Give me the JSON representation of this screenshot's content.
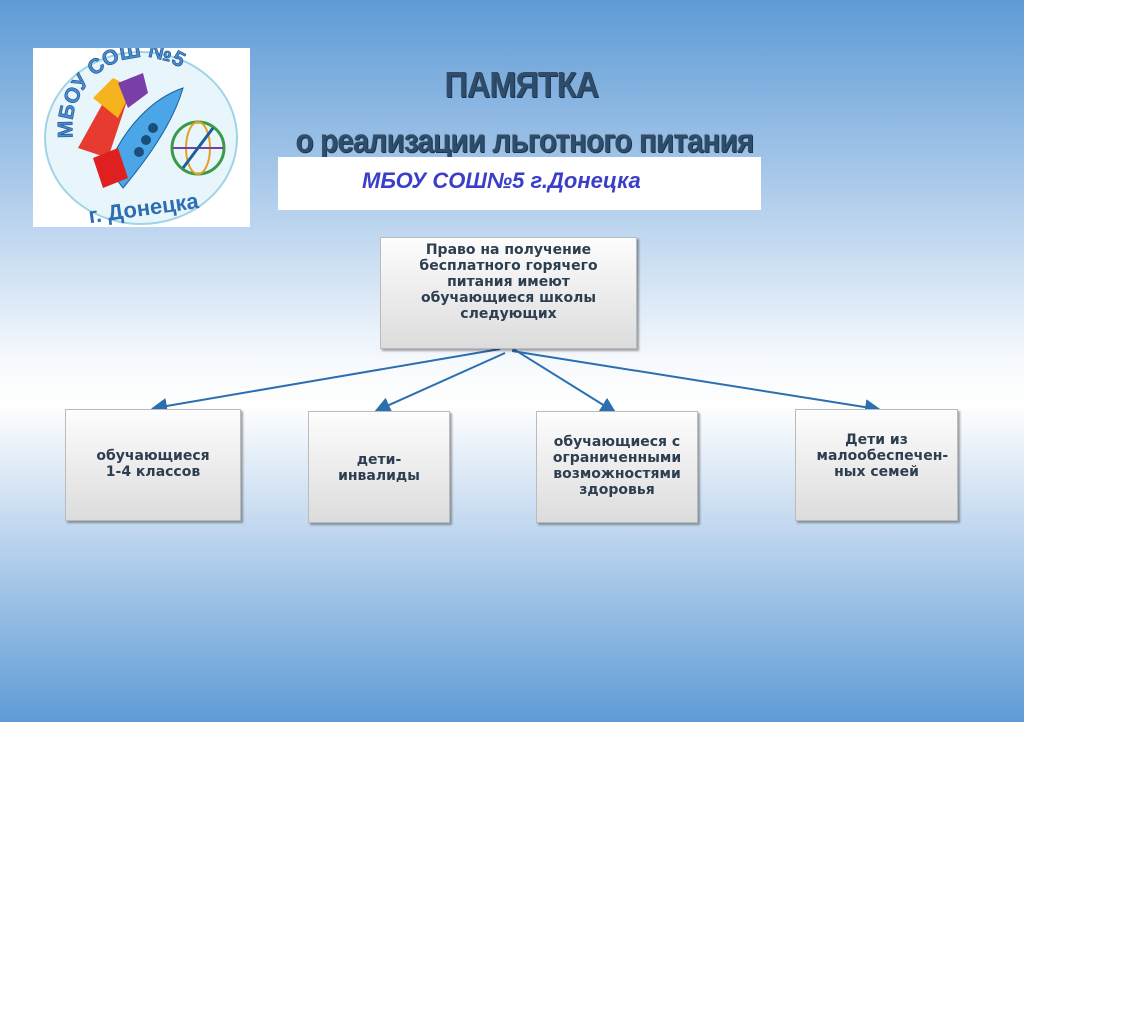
{
  "logo": {
    "top_text": "МБОУ СОШ №5",
    "bottom_text": "г. Донецка"
  },
  "title": "ПАМЯТКА",
  "subtitle": "о реализации льготного питания",
  "school": "МБОУ СОШ№5 г.Донецка",
  "root": "Право на получение бесплатного горячего питания имеют обучающиеся школы следующих",
  "categories": [
    "обучающиеся 1-4 классов",
    "дети-инвалиды",
    "обучающиеся с ограниченными возможностями здоровья",
    "Дети из малообеспечен-ных семей"
  ],
  "colors": {
    "arrow": "#2a6fb0",
    "title": "#2e4d6b",
    "school": "#3a3ec8"
  }
}
